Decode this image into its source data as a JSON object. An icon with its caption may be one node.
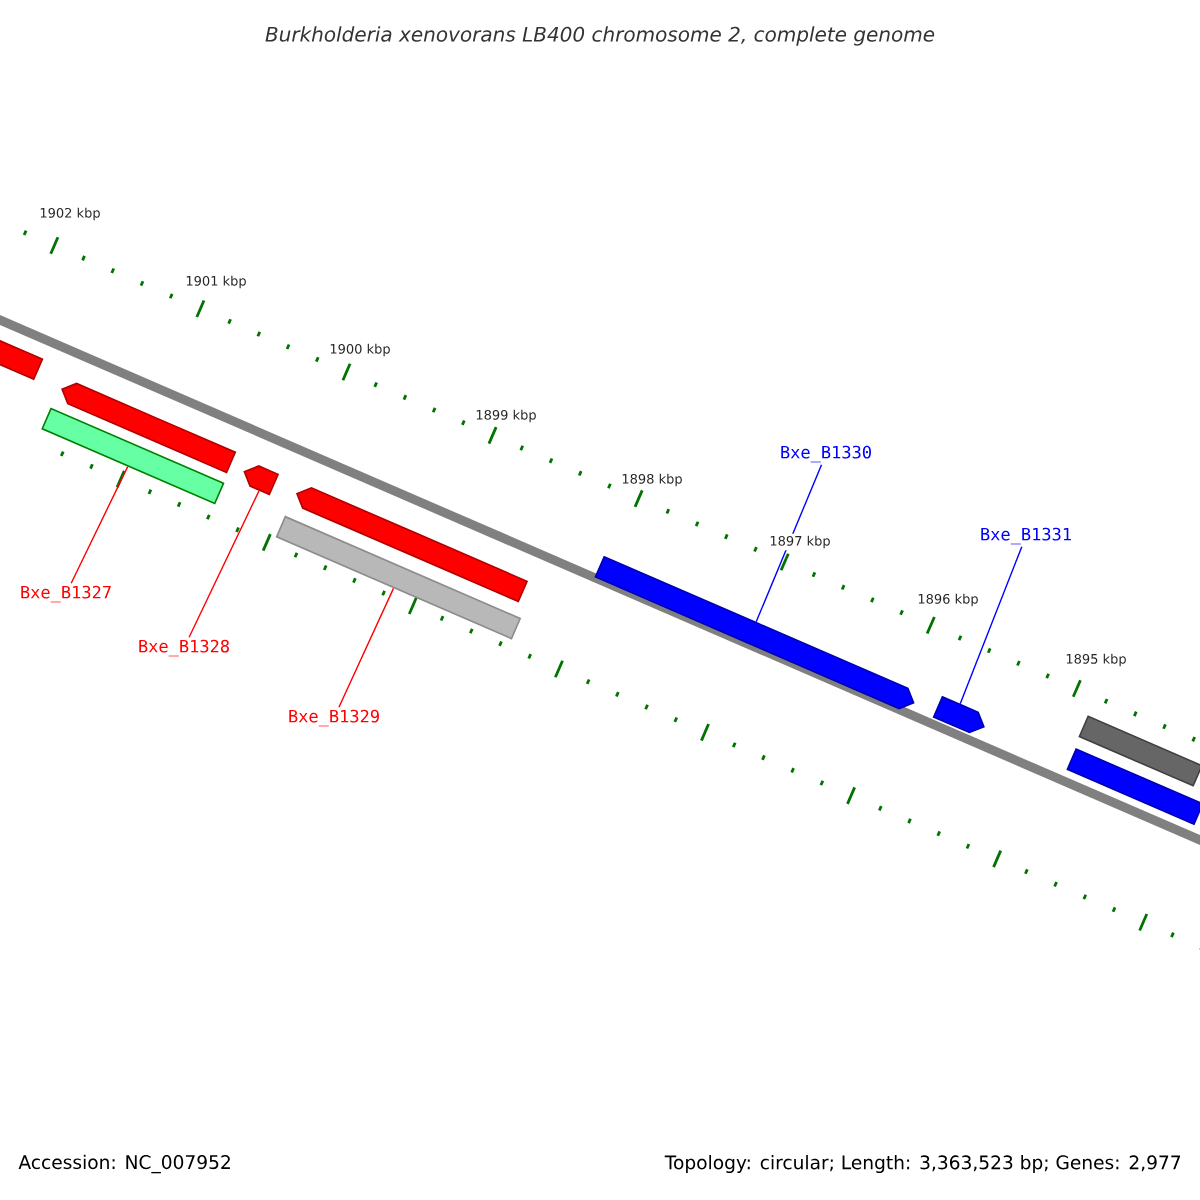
{
  "diagram": {
    "title": "Burkholderia xenovorans LB400 chromosome 2, complete genome",
    "nodes": [
      {
        "text": [
          "Bxe_B1327"
        ]
      },
      {
        "text": [
          "Bxe_B1328"
        ]
      },
      {
        "text": [
          "Bxe_B1329"
        ]
      },
      {
        "text": [
          "Bxe_B1330"
        ]
      },
      {
        "text": [
          "Bxe_B1331"
        ]
      },
      {
        "text": [],
        "shape": "arrow"
      },
      {
        "text": [],
        "shape": "arrow"
      },
      {
        "text": [],
        "shape": "bar"
      },
      {
        "text": [],
        "shape": "arrow"
      },
      {
        "text": [],
        "shape": "arrow"
      },
      {
        "text": [],
        "shape": "bar"
      },
      {
        "text": [],
        "shape": "arrow"
      },
      {
        "text": [],
        "shape": "arrow"
      },
      {
        "text": [],
        "shape": "bar"
      },
      {
        "text": [],
        "shape": "bar"
      }
    ],
    "edges": [
      {
        "from": 0,
        "to": 7,
        "arrow": "none"
      },
      {
        "from": 1,
        "to": 8,
        "arrow": "none"
      },
      {
        "from": 2,
        "to": 10,
        "arrow": "none"
      },
      {
        "from": 3,
        "to": 11,
        "arrow": "none",
        "color": "#0000ff"
      },
      {
        "from": 4,
        "to": 12,
        "arrow": "none",
        "color": "#0000ff"
      }
    ],
    "labels": [
      "1902 kbp",
      "1901 kbp",
      "1900 kbp",
      "1899 kbp",
      "1898 kbp",
      "1897 kbp",
      "1896 kbp",
      "1895 kbp",
      "Accession: NC_007952",
      "Topology: circular; Length: 3,363,523 bp; Genes: 2,977"
    ]
  }
}
